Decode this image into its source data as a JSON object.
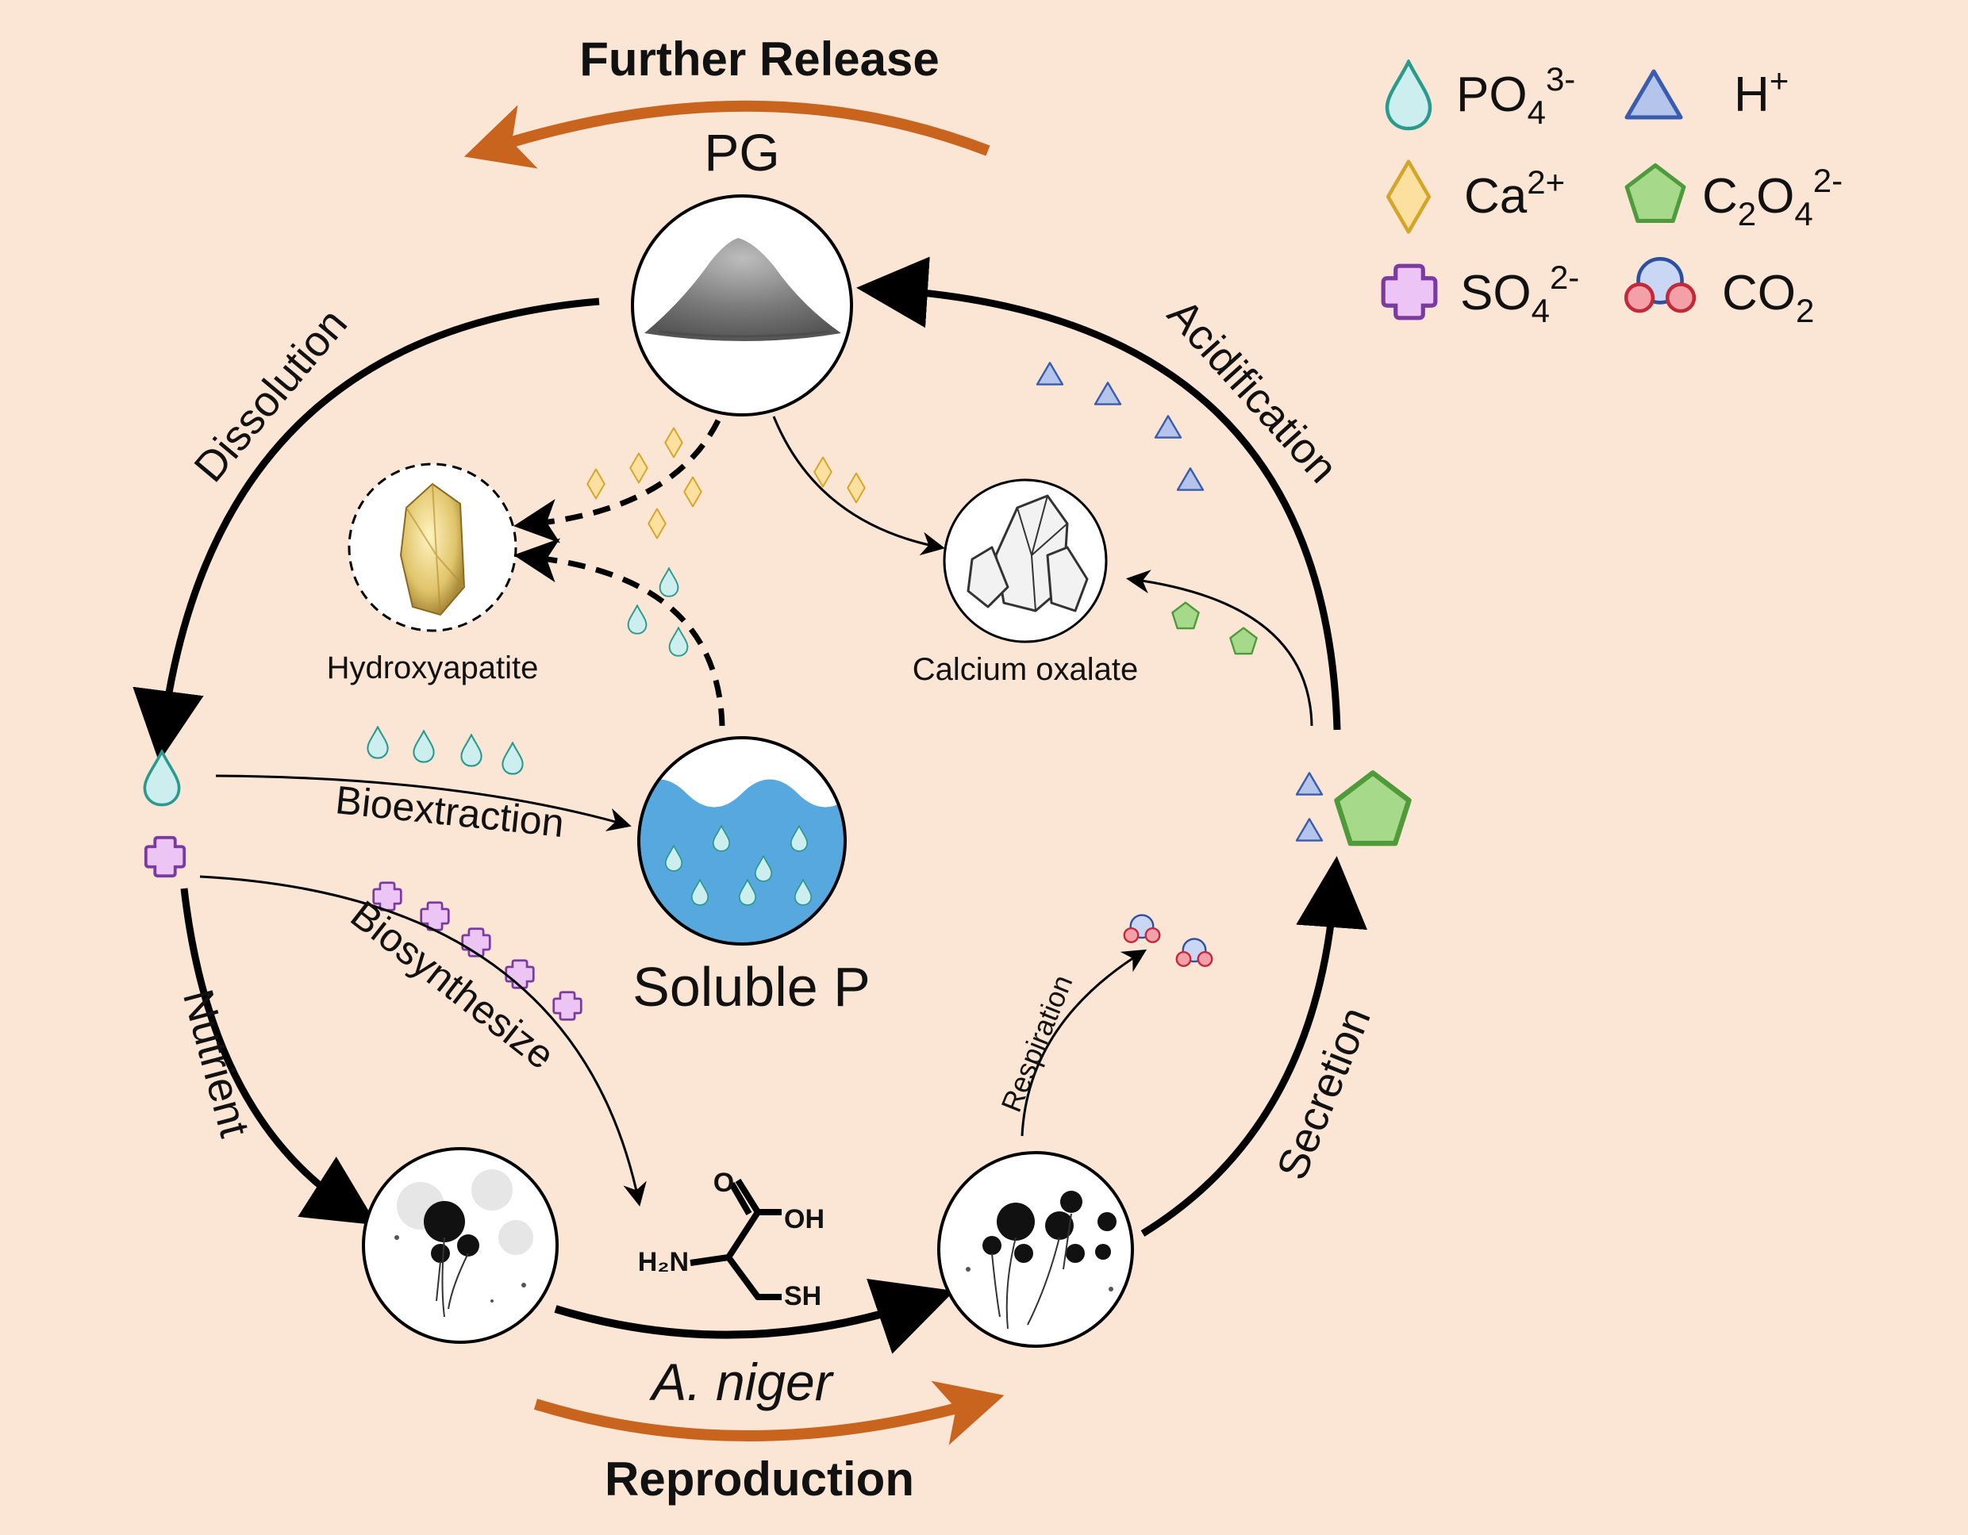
{
  "title_top": "Further Release",
  "title_bottom": "Reproduction",
  "pg_label": "PG",
  "soluble_p_label": "Soluble P",
  "organism_label": "A. niger",
  "hydroxyapatite_label": "Hydroxyapatite",
  "calcium_oxalate_label": "Calcium oxalate",
  "process_labels": {
    "dissolution": "Dissolution",
    "acidification": "Acidification",
    "bioextraction": "Bioextraction",
    "biosynthesize": "Biosynthesize",
    "nutrient": "Nutrient",
    "secretion": "Secretion",
    "respiration": "Respiration"
  },
  "legend": [
    {
      "icon": "phosphate-drop-icon",
      "text": "PO",
      "sub": "4",
      "sup": "3-"
    },
    {
      "icon": "proton-triangle-icon",
      "text": "H",
      "sub": "",
      "sup": "+"
    },
    {
      "icon": "calcium-diamond-icon",
      "text": "Ca",
      "sub": "",
      "sup": "2+"
    },
    {
      "icon": "oxalate-pentagon-icon",
      "text": "C",
      "sub": "2",
      "mid": "O",
      "sub2": "4",
      "sup": "2-"
    },
    {
      "icon": "sulfate-cross-icon",
      "text": "SO",
      "sub": "4",
      "sup": "2-"
    },
    {
      "icon": "co2-molecule-icon",
      "text": "CO",
      "sub": "2",
      "sup": ""
    }
  ],
  "cysteine": {
    "o": "O",
    "oh": "OH",
    "h2n": "H₂N",
    "sh": "SH"
  },
  "colors": {
    "background": "#fbe5d5",
    "orange_arrow": "#c9641e",
    "drop_fill": "#cdeeee",
    "drop_stroke": "#2a9a8e",
    "triangle_fill": "#b4c4ea",
    "triangle_stroke": "#3a5cae",
    "diamond_fill": "#fbe0a0",
    "diamond_stroke": "#d3a62a",
    "pentagon_fill": "#a6d98a",
    "pentagon_stroke": "#4f9a3a",
    "cross_fill": "#ecc5f4",
    "cross_stroke": "#7a3aa0",
    "water": "#58a8e0"
  }
}
